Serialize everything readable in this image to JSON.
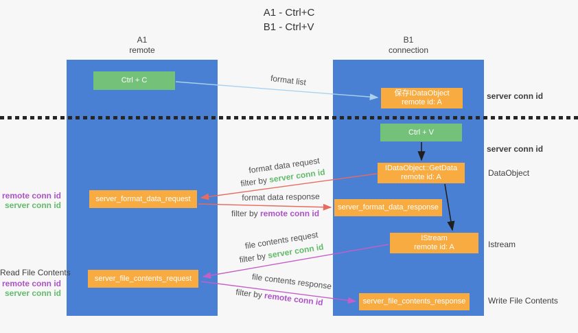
{
  "title": {
    "line1": "A1 - Ctrl+C",
    "line2": "B1 - Ctrl+V"
  },
  "columns": {
    "a1": {
      "name": "A1",
      "subtitle": "remote"
    },
    "b1": {
      "name": "B1",
      "subtitle": "connection"
    }
  },
  "nodes": {
    "ctrl_c": {
      "label": "Ctrl + C"
    },
    "save_dataobject": {
      "line1": "保存IDataObject",
      "line2": "remote id: A"
    },
    "ctrl_v": {
      "label": "Ctrl + V"
    },
    "getdata": {
      "line1": "IDataObject::GetData",
      "line2": "remote id: A"
    },
    "format_request": {
      "label": "server_format_data_request"
    },
    "format_response": {
      "label": "server_format_data_response"
    },
    "istream": {
      "line1": "IStream",
      "line2": "remote id: A"
    },
    "file_request": {
      "label": "server_file_contents_request"
    },
    "file_response": {
      "label": "server_file_contents_response"
    }
  },
  "edge_labels": {
    "format_list": "format list",
    "format_data_request": "format data request",
    "format_data_response": "format data response",
    "file_contents_request": "file contents request",
    "file_contents_response": "file contents response"
  },
  "terms": {
    "filter_by": "filter by",
    "server_conn_id": "server conn id",
    "remote_conn_id": "remote conn id"
  },
  "side_labels": {
    "dataobject": "DataObject",
    "istream": "Istream",
    "write_file_contents": "Write File Contents",
    "read_file_contents": "Read File Contents"
  },
  "colors": {
    "column_blue": "#4a80d4",
    "node_green": "#74c17a",
    "node_orange": "#f7ab41",
    "green_text": "#62bb6a",
    "purple_text": "#ad52c6",
    "red_arrow": "#e96a5f",
    "magenta_arrow": "#c45ec8",
    "blue_arrow": "#a9d2ee",
    "black_arrow": "#1f1f1f"
  }
}
